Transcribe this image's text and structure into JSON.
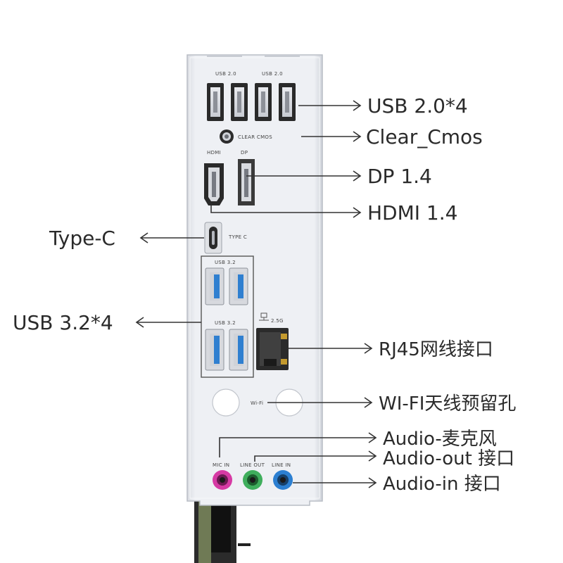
{
  "plate": {
    "usb2_left": "USB 2.0",
    "usb2_right": "USB 2.0",
    "clear_cmos": "CLEAR CMOS",
    "hdmi": "HDMI",
    "dp": "DP",
    "type_c": "TYPE C",
    "usb32_top": "USB 3.2",
    "usb32_bottom": "USB 3.2",
    "lan": "2.5G",
    "wifi": "Wi-Fi",
    "mic_in": "MIC IN",
    "line_out": "LINE OUT",
    "line_in": "LINE IN"
  },
  "callouts": {
    "usb2": "USB 2.0*4",
    "clear_cmos": "Clear_Cmos",
    "dp": "DP 1.4",
    "hdmi": "HDMI 1.4",
    "type_c": "Type-C",
    "usb32": "USB 3.2*4",
    "rj45": "RJ45网线接口",
    "wifi": "WI-FI天线预留孔",
    "audio_mic": "Audio-麦克风",
    "audio_out": "Audio-out 接口",
    "audio_in": "Audio-in 接口"
  },
  "colors": {
    "plate": "#eceef2",
    "usb3_blue": "#2f7fd0",
    "mic_pink": "#d63aa4",
    "line_out_green": "#3fae5c",
    "line_in_blue": "#2c7fd1"
  }
}
